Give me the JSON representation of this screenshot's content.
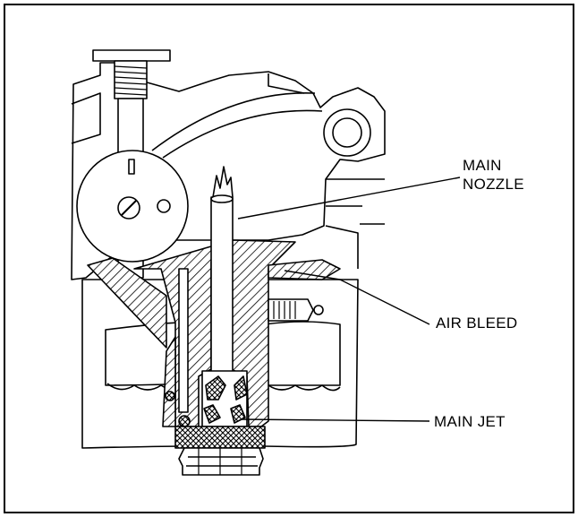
{
  "labels": {
    "main_nozzle": {
      "line1": "MAIN",
      "line2": "NOZZLE"
    },
    "air_bleed": "AIR BLEED",
    "main_jet": "MAIN JET"
  },
  "colors": {
    "line": "#000000",
    "background": "#ffffff",
    "fill": "#ffffff"
  }
}
